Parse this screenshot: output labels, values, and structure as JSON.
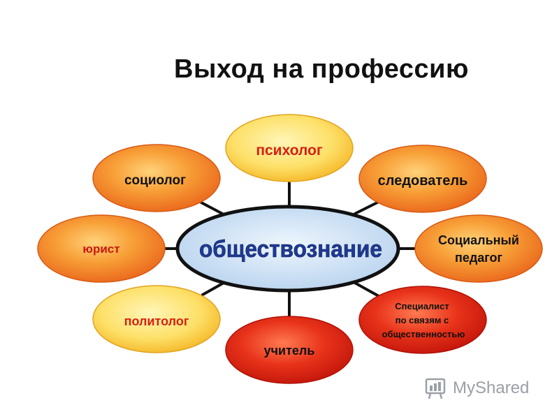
{
  "title": "Выход на профессию",
  "center": {
    "label": "обществознание"
  },
  "nodes": {
    "psychologist": "психолог",
    "sociologist": "социолог",
    "investigator": "следователь",
    "lawyer": "юрист",
    "social_pedagogue_line1": "Социальный",
    "social_pedagogue_line2": "педагог",
    "political_scientist": "политолог",
    "teacher": "учитель",
    "pr_specialist_line1": "Специалист",
    "pr_specialist_line2": "по связям с",
    "pr_specialist_line3": "общественностью"
  },
  "watermark": {
    "text": "MyShared"
  },
  "colors": {
    "center_fill": "#cfe3f7",
    "center_text": "#1f3a93",
    "orange": "#f07a1e",
    "yellow": "#fbe16a",
    "red": "#d61e10",
    "connector": "#111111"
  }
}
